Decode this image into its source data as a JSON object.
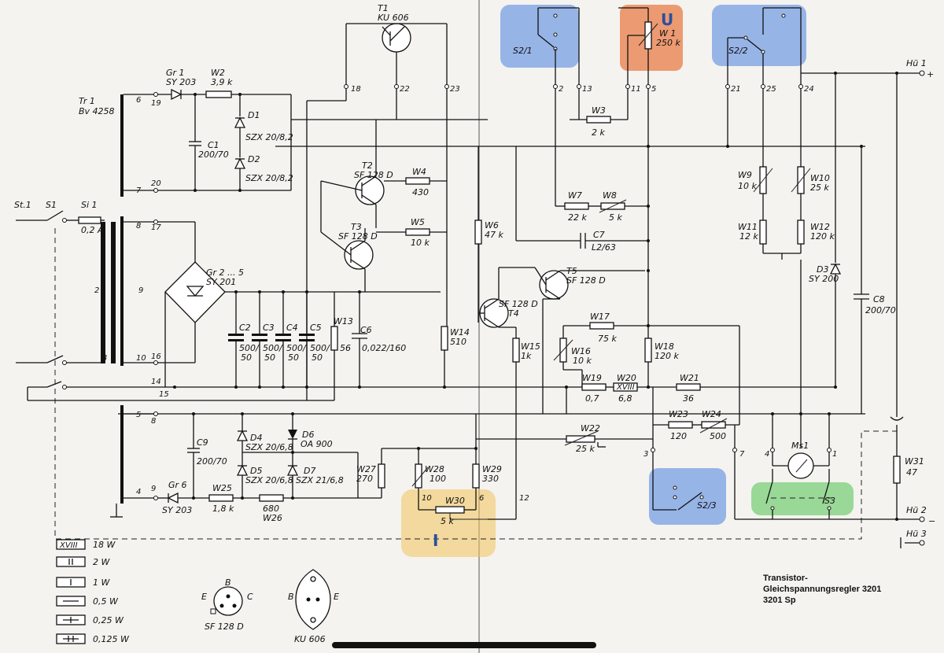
{
  "title": {
    "line1": "Transistor-",
    "line2": "Gleichspannungsregler 3201",
    "line3": "3201 Sp"
  },
  "components": {
    "tr1": {
      "name": "Tr 1",
      "value": "Bv 4258"
    },
    "st1": "St.1",
    "s1": "S1",
    "si1": {
      "name": "Si 1",
      "value": "0,2 A"
    },
    "gr1": {
      "name": "Gr 1",
      "value": "SY 203"
    },
    "w2": {
      "name": "W2",
      "value": "3,9 k"
    },
    "d1": {
      "name": "D1",
      "value": "SZX 20/8,2"
    },
    "d2": {
      "name": "D2",
      "value": "SZX 20/8,2"
    },
    "c1": {
      "name": "C1",
      "value": "200/70"
    },
    "gr25": {
      "name": "Gr 2 ... 5",
      "value": "SY 201"
    },
    "c2": {
      "name": "C2",
      "value1": "500/",
      "value2": "50"
    },
    "c3": {
      "name": "C3",
      "value1": "500/",
      "value2": "50"
    },
    "c4": {
      "name": "C4",
      "value1": "500/",
      "value2": "50"
    },
    "c5": {
      "name": "C5",
      "value1": "500/",
      "value2": "50"
    },
    "w13": {
      "name": "W13",
      "value": "56"
    },
    "c6": {
      "name": "C6",
      "value": "0,022/160"
    },
    "t1": {
      "name": "T1",
      "value": "KU 606"
    },
    "t2": {
      "name": "T2",
      "value": "SF 128 D"
    },
    "t3": {
      "name": "T3",
      "value": "SF 128 D"
    },
    "w4": {
      "name": "W4",
      "value": "430"
    },
    "w5": {
      "name": "W5",
      "value": "10 k"
    },
    "w6": {
      "name": "W6",
      "value": "47 k"
    },
    "w14": {
      "name": "W14",
      "value": "510"
    },
    "t4": {
      "name": "T4",
      "value": "SF 128 D"
    },
    "t5": {
      "name": "T5",
      "value": "SF 128 D"
    },
    "w15": {
      "name": "W15",
      "value": "1k"
    },
    "c9": {
      "name": "C9",
      "value": "200/70"
    },
    "d4": {
      "name": "D4",
      "value": "SZX 20/6,8"
    },
    "d5": {
      "name": "D5",
      "value": "SZX 20/6,8"
    },
    "d6": {
      "name": "D6",
      "value": "OA 900"
    },
    "d7": {
      "name": "D7",
      "value": "SZX 21/6,8"
    },
    "gr6": {
      "name": "Gr 6",
      "value": "SY 203"
    },
    "w25": {
      "name": "W25",
      "value": "1,8 k"
    },
    "w26": {
      "name": "W26",
      "value": "680"
    },
    "w27": {
      "name": "W27",
      "value": "270"
    },
    "w28": {
      "name": "W28",
      "value": "100"
    },
    "w29": {
      "name": "W29",
      "value": "330"
    },
    "w30": {
      "name": "W30",
      "value": "5 k"
    },
    "s21": "S2/1",
    "s22": "S2/2",
    "s23": "S2/3",
    "s3": "S3",
    "w1": {
      "name": "W 1",
      "value": "250 k"
    },
    "w3": {
      "name": "W3",
      "value": "2 k"
    },
    "w7": {
      "name": "W7",
      "value": "22 k"
    },
    "w8": {
      "name": "W8",
      "value": "5 k"
    },
    "c7": {
      "name": "C7",
      "value": "L2/63"
    },
    "w9": {
      "name": "W9",
      "value": "10 k"
    },
    "w10": {
      "name": "W10",
      "value": "25 k"
    },
    "w11": {
      "name": "W11",
      "value": "12 k"
    },
    "w12": {
      "name": "W12",
      "value": "120 k"
    },
    "d3": {
      "name": "D3",
      "value": "SY 200"
    },
    "c8": {
      "name": "C8",
      "value": "200/70"
    },
    "w16": {
      "name": "W16",
      "value": "10 k"
    },
    "w17": {
      "name": "W17",
      "value": "75 k"
    },
    "w18": {
      "name": "W18",
      "value": "120 k"
    },
    "w19": {
      "name": "W19",
      "value": "0,7"
    },
    "w20": {
      "name": "W20",
      "value": "6,8",
      "box": "XVIII"
    },
    "w21": {
      "name": "W21",
      "value": "36"
    },
    "w22": {
      "name": "W22",
      "value": "25 k"
    },
    "w23": {
      "name": "W23",
      "value": "120"
    },
    "w24": {
      "name": "W24",
      "value": "500"
    },
    "w31": {
      "name": "W31",
      "value": "47"
    },
    "ms1": "Ms1",
    "hu1": "Hü 1",
    "hu2": "Hü 2",
    "hu3": "Hü 3"
  },
  "terminals": [
    "6",
    "19",
    "7",
    "20",
    "8",
    "17",
    "9",
    "10",
    "16",
    "14",
    "15",
    "5",
    "8",
    "4",
    "9",
    "18",
    "22",
    "23",
    "2",
    "13",
    "11",
    "5",
    "21",
    "25",
    "24",
    "3",
    "7",
    "4",
    "1",
    "10",
    "6",
    "12",
    "2",
    "3"
  ],
  "polarity": {
    "plus": "+",
    "minus": "−"
  },
  "handwritten": {
    "u": "U",
    "i": "I"
  },
  "legend": [
    {
      "symbol": "XVIII",
      "label": "18 W"
    },
    {
      "symbol": "||",
      "label": "2 W"
    },
    {
      "symbol": "|",
      "label": "1 W"
    },
    {
      "symbol": "—",
      "label": "0,5 W"
    },
    {
      "symbol": "+",
      "label": "0,25 W"
    },
    {
      "symbol": "#",
      "label": "0,125 W"
    }
  ],
  "packages": {
    "sf128d": {
      "label": "SF 128 D",
      "pin_b": "B",
      "pin_e": "E",
      "pin_c": "C"
    },
    "ku606": {
      "label": "KU 606",
      "pin_b": "B",
      "pin_e": "E"
    }
  }
}
